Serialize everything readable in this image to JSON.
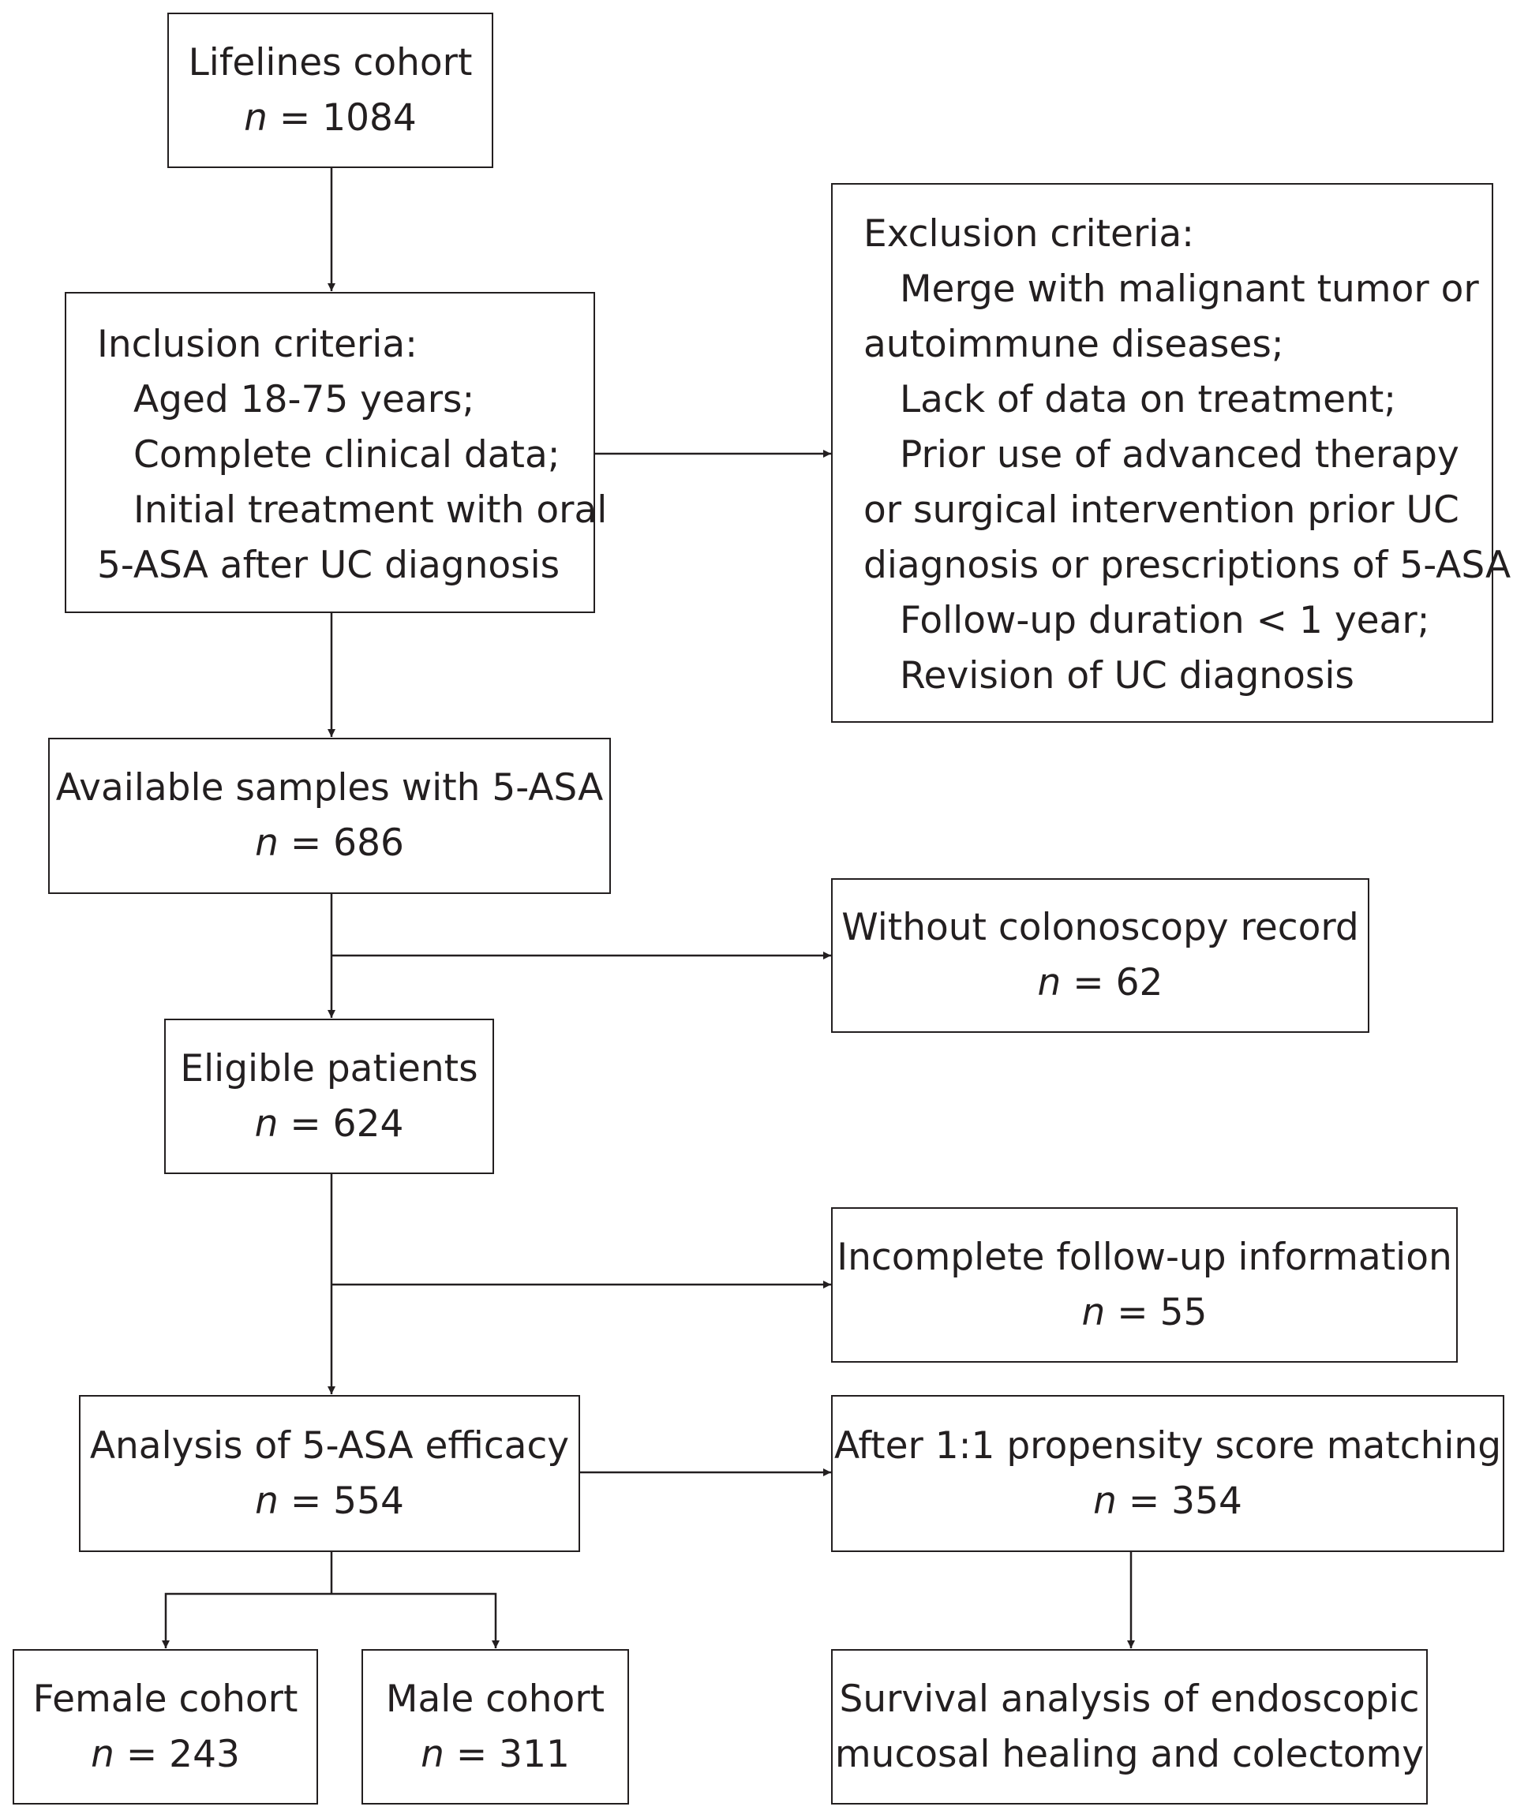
{
  "boxes": {
    "lifelines": {
      "title": "Lifelines cohort",
      "n_label": "n",
      "n_value": "= 1084"
    },
    "inclusion": {
      "heading": "Inclusion criteria:",
      "lines": [
        "Aged 18-75 years;",
        "Complete clinical data;",
        "Initial treatment with oral",
        "5-ASA after UC diagnosis"
      ]
    },
    "exclusion": {
      "heading": "Exclusion criteria:",
      "lines": [
        "Merge with malignant tumor or",
        "autoimmune diseases;",
        "Lack of data on treatment;",
        "Prior use of advanced therapy",
        "or surgical intervention prior UC",
        "diagnosis or prescriptions of 5-ASA;",
        "Follow-up duration < 1 year;",
        "Revision of UC diagnosis"
      ]
    },
    "available": {
      "title": "Available samples with 5-ASA",
      "n_label": "n",
      "n_value": "= 686"
    },
    "no_colonoscopy": {
      "title": "Without colonoscopy record",
      "n_label": "n",
      "n_value": "= 62"
    },
    "eligible": {
      "title": "Eligible patients",
      "n_label": "n",
      "n_value": "= 624"
    },
    "incomplete": {
      "title": "Incomplete follow-up information",
      "n_label": "n",
      "n_value": "= 55"
    },
    "analysis": {
      "title": "Analysis of 5-ASA efficacy",
      "n_label": "n",
      "n_value": "= 554"
    },
    "psm": {
      "title": "After 1:1 propensity score matching",
      "n_label": "n",
      "n_value": "= 354"
    },
    "female": {
      "title": "Female cohort",
      "n_label": "n",
      "n_value": "= 243"
    },
    "male": {
      "title": "Male cohort",
      "n_label": "n",
      "n_value": "= 311"
    },
    "survival": {
      "lines": [
        "Survival analysis of  endoscopic",
        "mucosal healing and colectomy"
      ]
    }
  },
  "colors": {
    "stroke": "#231f20",
    "background": "#ffffff"
  }
}
